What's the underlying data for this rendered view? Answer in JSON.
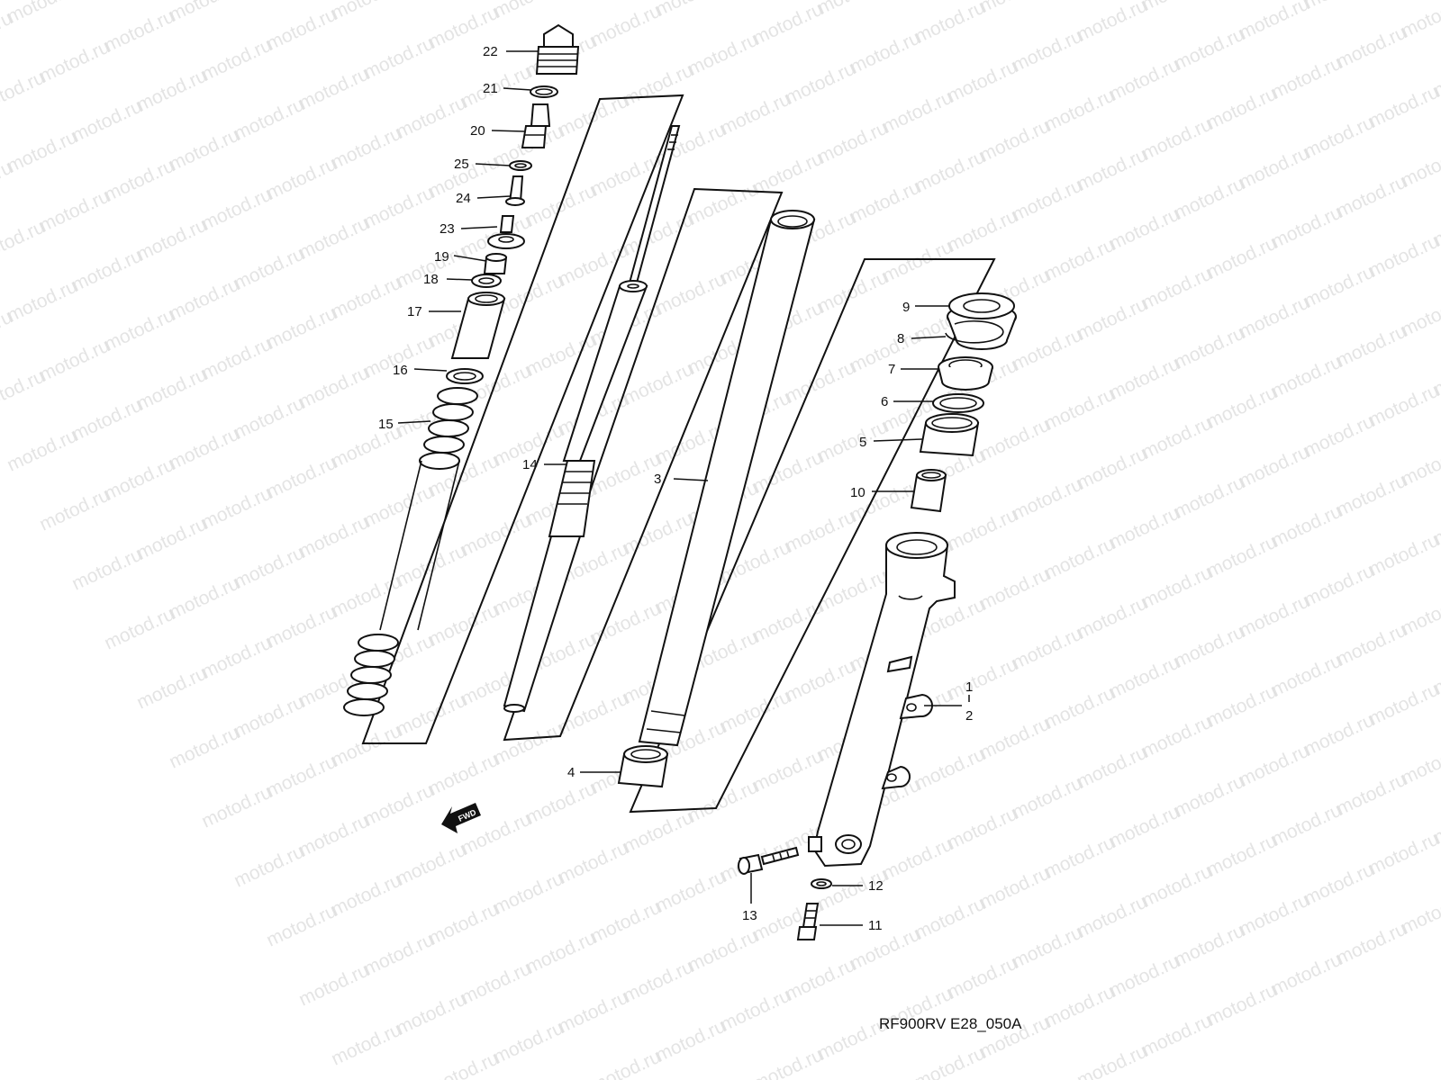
{
  "drawing_code": "RF900RV E28_050A",
  "watermark_text": "motod.ru",
  "fwd_label": "FWD",
  "colors": {
    "line": "#111111",
    "watermark": "#cfcfcf",
    "background": "#ffffff"
  },
  "callouts": [
    {
      "id": "22",
      "label": "22"
    },
    {
      "id": "21",
      "label": "21"
    },
    {
      "id": "20",
      "label": "20"
    },
    {
      "id": "25",
      "label": "25"
    },
    {
      "id": "24",
      "label": "24"
    },
    {
      "id": "23",
      "label": "23"
    },
    {
      "id": "19",
      "label": "19"
    },
    {
      "id": "18",
      "label": "18"
    },
    {
      "id": "17",
      "label": "17"
    },
    {
      "id": "16",
      "label": "16"
    },
    {
      "id": "15",
      "label": "15"
    },
    {
      "id": "14",
      "label": "14"
    },
    {
      "id": "3",
      "label": "3"
    },
    {
      "id": "9",
      "label": "9"
    },
    {
      "id": "8",
      "label": "8"
    },
    {
      "id": "7",
      "label": "7"
    },
    {
      "id": "6",
      "label": "6"
    },
    {
      "id": "5",
      "label": "5"
    },
    {
      "id": "10",
      "label": "10"
    },
    {
      "id": "1",
      "label": "1"
    },
    {
      "id": "2",
      "label": "2"
    },
    {
      "id": "4",
      "label": "4"
    },
    {
      "id": "12",
      "label": "12"
    },
    {
      "id": "13",
      "label": "13"
    },
    {
      "id": "11",
      "label": "11"
    }
  ]
}
